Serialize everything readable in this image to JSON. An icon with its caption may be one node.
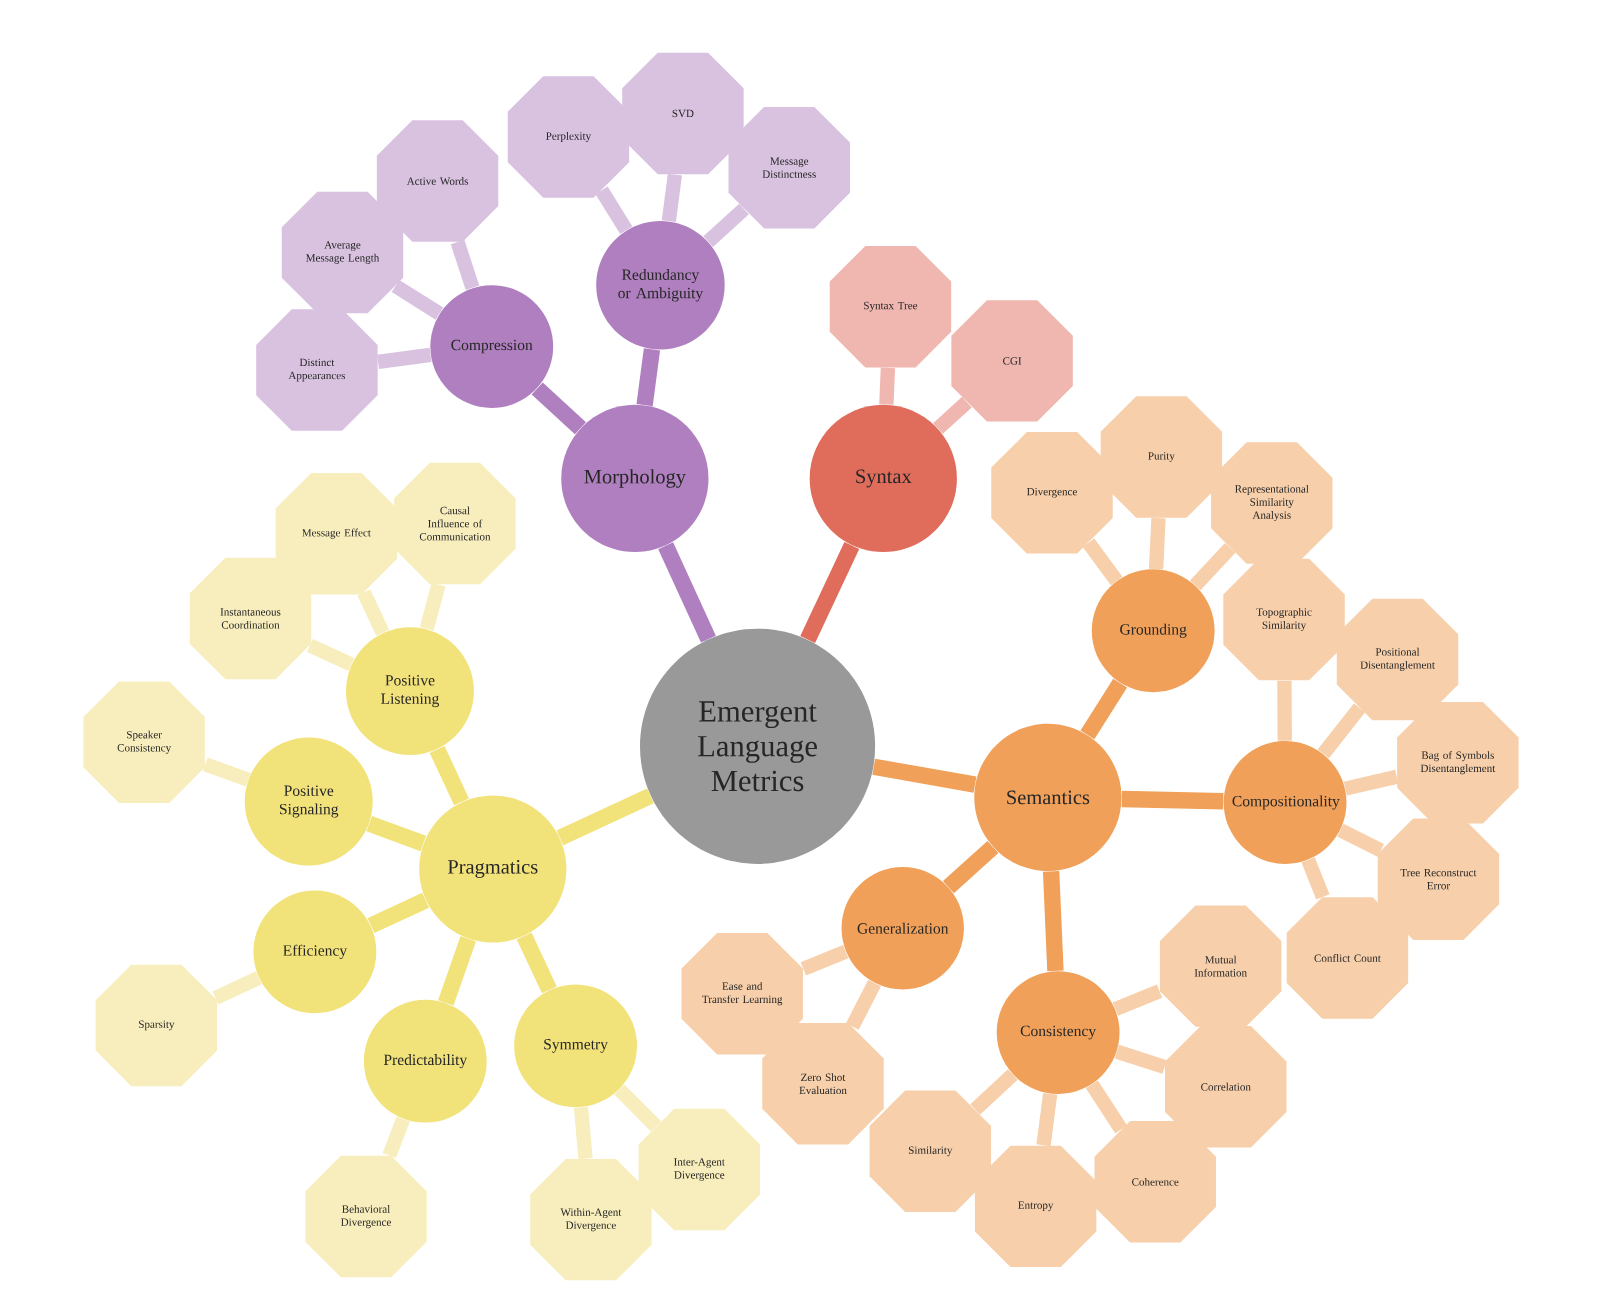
{
  "diagram": {
    "nodes": [
      {
        "text": [
          "Emergent Language Metrics"
        ]
      },
      {
        "text": [
          "Morphology"
        ]
      },
      {
        "text": [
          "Syntax"
        ]
      },
      {
        "text": [
          "Semantics"
        ]
      },
      {
        "text": [
          "Pragmatics"
        ]
      },
      {
        "text": [
          "Compression"
        ]
      },
      {
        "text": [
          "Redundancy or Ambiguity"
        ]
      },
      {
        "text": [
          "Active Words"
        ]
      },
      {
        "text": [
          "Average Message Length"
        ]
      },
      {
        "text": [
          "Distinct Appearances"
        ]
      },
      {
        "text": [
          "Perplexity"
        ]
      },
      {
        "text": [
          "SVD"
        ]
      },
      {
        "text": [
          "Message Distinctness"
        ]
      },
      {
        "text": [
          "Syntax Tree"
        ]
      },
      {
        "text": [
          "CGI"
        ]
      },
      {
        "text": [
          "Grounding"
        ]
      },
      {
        "text": [
          "Compositionality"
        ]
      },
      {
        "text": [
          "Consistency"
        ]
      },
      {
        "text": [
          "Generalization"
        ]
      },
      {
        "text": [
          "Divergence"
        ]
      },
      {
        "text": [
          "Purity"
        ]
      },
      {
        "text": [
          "Representational Similarity Analysis"
        ]
      },
      {
        "text": [
          "Topographic Similarity"
        ]
      },
      {
        "text": [
          "Positional Disentanglement"
        ]
      },
      {
        "text": [
          "Bag of Symbols Disentanglement"
        ]
      },
      {
        "text": [
          "Tree Reconstruct Error"
        ]
      },
      {
        "text": [
          "Conflict Count"
        ]
      },
      {
        "text": [
          "Mutual Information"
        ]
      },
      {
        "text": [
          "Correlation"
        ]
      },
      {
        "text": [
          "Coherence"
        ]
      },
      {
        "text": [
          "Entropy"
        ]
      },
      {
        "text": [
          "Similarity"
        ]
      },
      {
        "text": [
          "Ease and Transfer Learning"
        ]
      },
      {
        "text": [
          "Zero Shot Evaluation"
        ]
      },
      {
        "text": [
          "Positive Listening"
        ]
      },
      {
        "text": [
          "Positive Signaling"
        ]
      },
      {
        "text": [
          "Efficiency"
        ]
      },
      {
        "text": [
          "Predictability"
        ]
      },
      {
        "text": [
          "Symmetry"
        ]
      },
      {
        "text": [
          "Instantaneous Coordination"
        ]
      },
      {
        "text": [
          "Message Effect"
        ]
      },
      {
        "text": [
          "Causal Influence of Communication"
        ]
      },
      {
        "text": [
          "Speaker Consistency"
        ]
      },
      {
        "text": [
          "Sparsity"
        ]
      },
      {
        "text": [
          "Behavioral Divergence"
        ]
      },
      {
        "text": [
          "Within-Agent Divergence"
        ]
      },
      {
        "text": [
          "Inter-Agent Divergence"
        ]
      }
    ],
    "edges": [
      {
        "from": 0,
        "to": 1,
        "arrow": "none",
        "color": "#af7fbf"
      },
      {
        "from": 0,
        "to": 2,
        "arrow": "none",
        "color": "#e06c5c"
      },
      {
        "from": 0,
        "to": 3,
        "arrow": "none",
        "color": "#f0a058"
      },
      {
        "from": 0,
        "to": 4,
        "arrow": "none",
        "color": "#f2e27a"
      },
      {
        "from": 1,
        "to": 5,
        "arrow": "none",
        "color": "#af7fbf"
      },
      {
        "from": 1,
        "to": 6,
        "arrow": "none",
        "color": "#af7fbf"
      },
      {
        "from": 5,
        "to": 7,
        "arrow": "none",
        "color": "#d8c2e0"
      },
      {
        "from": 5,
        "to": 8,
        "arrow": "none",
        "color": "#d8c2e0"
      },
      {
        "from": 5,
        "to": 9,
        "arrow": "none",
        "color": "#d8c2e0"
      },
      {
        "from": 6,
        "to": 10,
        "arrow": "none",
        "color": "#d8c2e0"
      },
      {
        "from": 6,
        "to": 11,
        "arrow": "none",
        "color": "#d8c2e0"
      },
      {
        "from": 6,
        "to": 12,
        "arrow": "none",
        "color": "#d8c2e0"
      },
      {
        "from": 2,
        "to": 13,
        "arrow": "none",
        "color": "#f0b6b0"
      },
      {
        "from": 2,
        "to": 14,
        "arrow": "none",
        "color": "#f0b6b0"
      },
      {
        "from": 3,
        "to": 15,
        "arrow": "none",
        "color": "#f0a058"
      },
      {
        "from": 3,
        "to": 16,
        "arrow": "none",
        "color": "#f0a058"
      },
      {
        "from": 3,
        "to": 17,
        "arrow": "none",
        "color": "#f0a058"
      },
      {
        "from": 3,
        "to": 18,
        "arrow": "none",
        "color": "#f0a058"
      },
      {
        "from": 15,
        "to": 19,
        "arrow": "none",
        "color": "#f7cfaa"
      },
      {
        "from": 15,
        "to": 20,
        "arrow": "none",
        "color": "#f7cfaa"
      },
      {
        "from": 15,
        "to": 21,
        "arrow": "none",
        "color": "#f7cfaa"
      },
      {
        "from": 16,
        "to": 22,
        "arrow": "none",
        "color": "#f7cfaa"
      },
      {
        "from": 16,
        "to": 23,
        "arrow": "none",
        "color": "#f7cfaa"
      },
      {
        "from": 16,
        "to": 24,
        "arrow": "none",
        "color": "#f7cfaa"
      },
      {
        "from": 16,
        "to": 25,
        "arrow": "none",
        "color": "#f7cfaa"
      },
      {
        "from": 16,
        "to": 26,
        "arrow": "none",
        "color": "#f7cfaa"
      },
      {
        "from": 17,
        "to": 27,
        "arrow": "none",
        "color": "#f7cfaa"
      },
      {
        "from": 17,
        "to": 28,
        "arrow": "none",
        "color": "#f7cfaa"
      },
      {
        "from": 17,
        "to": 29,
        "arrow": "none",
        "color": "#f7cfaa"
      },
      {
        "from": 17,
        "to": 30,
        "arrow": "none",
        "color": "#f7cfaa"
      },
      {
        "from": 17,
        "to": 31,
        "arrow": "none",
        "color": "#f7cfaa"
      },
      {
        "from": 18,
        "to": 32,
        "arrow": "none",
        "color": "#f7cfaa"
      },
      {
        "from": 18,
        "to": 33,
        "arrow": "none",
        "color": "#f7cfaa"
      },
      {
        "from": 4,
        "to": 34,
        "arrow": "none",
        "color": "#f2e27a"
      },
      {
        "from": 4,
        "to": 35,
        "arrow": "none",
        "color": "#f2e27a"
      },
      {
        "from": 4,
        "to": 36,
        "arrow": "none",
        "color": "#f2e27a"
      },
      {
        "from": 4,
        "to": 37,
        "arrow": "none",
        "color": "#f2e27a"
      },
      {
        "from": 4,
        "to": 38,
        "arrow": "none",
        "color": "#f2e27a"
      },
      {
        "from": 34,
        "to": 39,
        "arrow": "none",
        "color": "#f8eebd"
      },
      {
        "from": 34,
        "to": 40,
        "arrow": "none",
        "color": "#f8eebd"
      },
      {
        "from": 34,
        "to": 41,
        "arrow": "none",
        "color": "#f8eebd"
      },
      {
        "from": 35,
        "to": 42,
        "arrow": "none",
        "color": "#f8eebd"
      },
      {
        "from": 36,
        "to": 43,
        "arrow": "none",
        "color": "#f8eebd"
      },
      {
        "from": 37,
        "to": 44,
        "arrow": "none",
        "color": "#f8eebd"
      },
      {
        "from": 38,
        "to": 45,
        "arrow": "none",
        "color": "#f8eebd"
      },
      {
        "from": 38,
        "to": 46,
        "arrow": "none",
        "color": "#f8eebd"
      }
    ]
  }
}
